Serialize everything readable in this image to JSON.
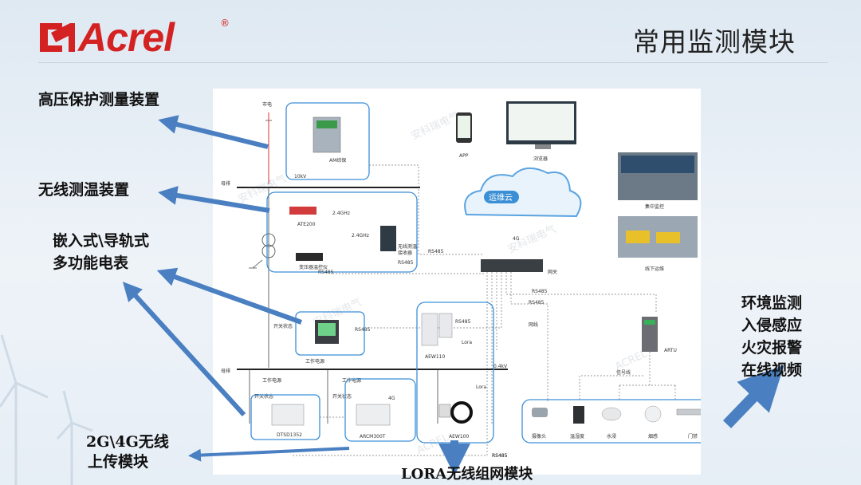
{
  "header": {
    "logo_text": "Acrel",
    "logo_registered": "®",
    "title": "常用监测模块"
  },
  "labels": {
    "hv_protection": "高压保护测量装置",
    "wireless_temp": "无线测温装置",
    "meter_line1": "嵌入式\\导轨式",
    "meter_line2": "多功能电表",
    "comm_line1": "2G\\4G无线",
    "comm_line2": "上传模块",
    "lora": "LORA无线组网模块",
    "env_line1": "环境监测",
    "env_line2": "入侵感应",
    "env_line3": "火灾报警",
    "env_line4": "在线视频"
  },
  "diagram": {
    "mains": "市电",
    "am_protection": "AM综保",
    "kv10": "10kV",
    "bus1": "母排",
    "ate200": "ATE200",
    "ghz_a": "2.4GHz",
    "ghz_b": "2.4GHz",
    "receiver_l1": "无线测温",
    "receiver_l2": "接收器",
    "transformer_ctrl": "变压器温控仪",
    "rs485_a": "RS485",
    "rs485_b": "RS485",
    "rs485_c": "RS485",
    "rs485_d": "RS485",
    "rs485_e": "RS485",
    "rs485_f": "RS485",
    "rs485_g": "RS485",
    "rs485_h": "RS485",
    "rs485_i": "RS485",
    "app": "APP",
    "browser": "浏览器",
    "cloud": "运维云",
    "net_4g": "4G",
    "gateway": "网关",
    "central": "集中监控",
    "offline": "线下运维",
    "switch_status_a": "开关状态",
    "switch_status_b": "开关状态",
    "switch_status_c": "开关状态",
    "work_power_a": "工作电源",
    "work_power_b": "工作电源",
    "work_power_c": "工作电源",
    "bus2": "母排",
    "kv04": "0.4kV",
    "aew110": "AEW110",
    "lora_small_a": "Lora",
    "lora_small_b": "Lora",
    "aew100": "AEW100",
    "dtsd": "DTSD1352",
    "arcm": "ARCM300T",
    "net_4g_b": "4G",
    "netline": "网线",
    "signal_line": "信号线",
    "artu": "ARTU",
    "camera": "摄像头",
    "temp_hum": "温湿度",
    "water": "水浸",
    "smoke": "烟感",
    "door": "门禁",
    "watermark": "安科瑞电气",
    "watermark_b": "ACREL"
  },
  "colors": {
    "logo_red": "#d42222",
    "arrow_blue": "#4a7fc1",
    "box_blue": "#3c8fd8"
  }
}
